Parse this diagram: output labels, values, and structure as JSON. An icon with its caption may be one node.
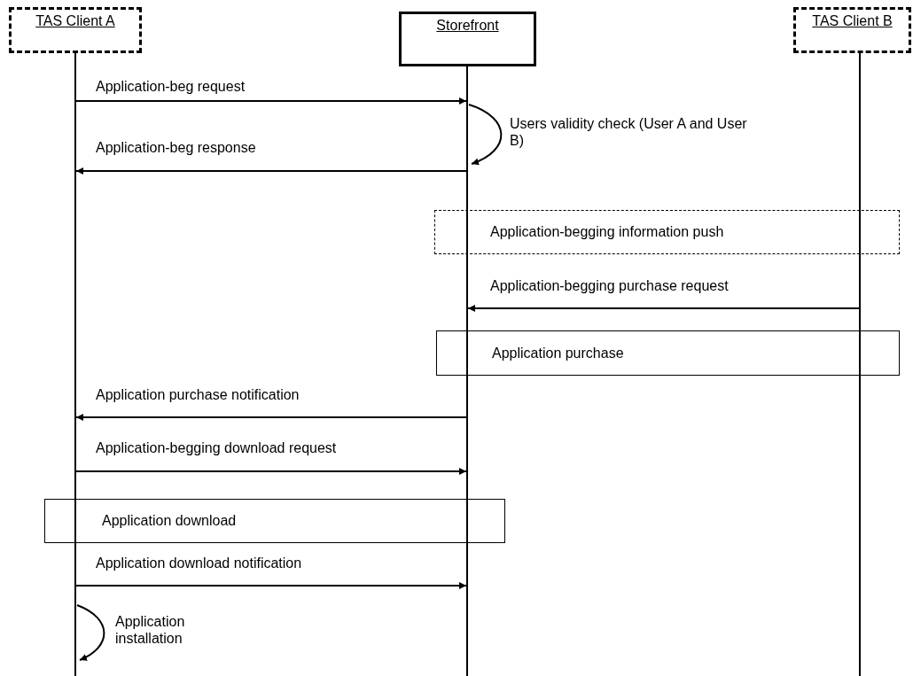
{
  "diagram": {
    "nodes": [
      {
        "text": [
          "TAS Client A"
        ]
      },
      {
        "text": [
          "Storefront"
        ]
      },
      {
        "text": [
          "TAS Client B"
        ]
      },
      {
        "text": [
          "Application-begging information push"
        ]
      },
      {
        "text": [
          "Application purchase"
        ]
      },
      {
        "text": [
          "Application download"
        ]
      }
    ],
    "edges": [
      {
        "from": 0,
        "to": 1,
        "arrow": "to",
        "label": "Application-beg request"
      },
      {
        "from": 1,
        "to": 1,
        "arrow": "to",
        "label": "Users validity check (User A and User B)"
      },
      {
        "from": 1,
        "to": 0,
        "arrow": "to",
        "label": "Application-beg response"
      },
      {
        "from": 2,
        "to": 1,
        "arrow": "to",
        "label": "Application-begging purchase request"
      },
      {
        "from": 1,
        "to": 0,
        "arrow": "to",
        "label": "Application purchase notification"
      },
      {
        "from": 0,
        "to": 1,
        "arrow": "to",
        "label": "Application-begging download request"
      },
      {
        "from": 0,
        "to": 1,
        "arrow": "to",
        "label": "Application download notification"
      },
      {
        "from": 0,
        "to": 0,
        "arrow": "to",
        "label": "Application installation"
      }
    ]
  }
}
